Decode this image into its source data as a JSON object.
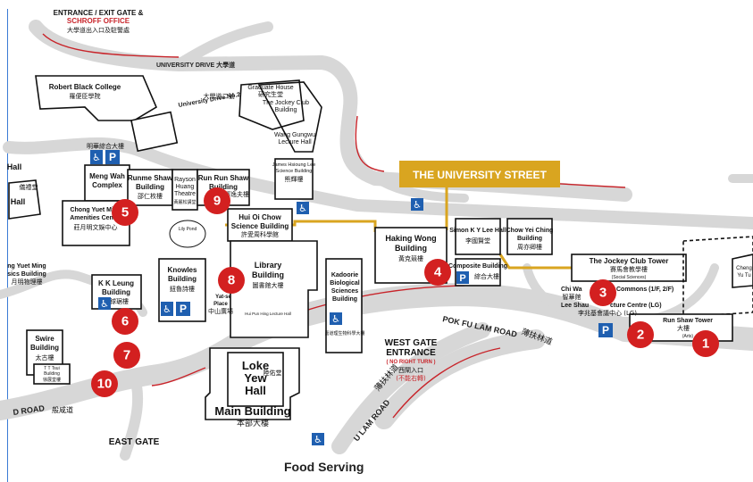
{
  "map": {
    "caption": "Food Serving",
    "street_banner": "THE UNIVERSITY STREET",
    "colors": {
      "road": "#d7d7d7",
      "route": "#d9a520",
      "marker": "#d32020",
      "parking": "#1f5fb0",
      "building_stroke": "#111111",
      "red_line": "#c8242a"
    },
    "gates": {
      "main_gate": {
        "name": "ENTRANCE / EXIT GATE &",
        "office": "SCHROFF OFFICE",
        "cn": "大學道出入口及駐警處"
      },
      "west_gate": {
        "name": "WEST GATE",
        "name2": "ENTRANCE",
        "note": "( NO RIGHT TURN )",
        "cn": "西閘入口",
        "note_cn": "(不能右轉)"
      },
      "east_gate": {
        "name": "EAST GATE"
      }
    },
    "roads": {
      "university_drive": "UNIVERSITY DRIVE 大學道",
      "university_drive_2": "University Drive No.2",
      "university_drive_2_cn": "大學道二號",
      "pok_fu_lam": "POK FU LAM ROAD",
      "pok_fu_lam_cn": "薄扶林道",
      "pok_fu_lam_lower": "U LAM ROAD",
      "pok_fu_lam_lower_cn": "薄扶林道",
      "bonham": "D ROAD",
      "bonham_cn": "般咸道"
    },
    "buildings": {
      "robert_black": {
        "name": "Robert Black College",
        "cn": "羅便臣學院"
      },
      "graduate_house": {
        "name1": "Graduate House",
        "cn1": "研究生堂",
        "name2": "The Jockey Club",
        "name3": "Building"
      },
      "wang_gungwu": {
        "name1": "Wang Gungwu",
        "name2": "Lecture Hall"
      },
      "meng_wah_cn": "明華綜合大樓",
      "meng_wah": {
        "name1": "Meng Wah",
        "name2": "Complex"
      },
      "runme_shaw": {
        "name1": "Runme Shaw",
        "name2": "Building",
        "cn": "邵仁枚樓"
      },
      "rayson_huang": {
        "name1": "Rayson",
        "name2": "Huang",
        "name3": "Theatre",
        "cn": "黃麗松講堂"
      },
      "run_run_shaw": {
        "name1": "Run Run Shaw",
        "name2": "Building",
        "cn": "邵逸夫樓"
      },
      "james_hsioung": {
        "name1": "James Hsioung Lee",
        "name2": "Science Building",
        "cn": "熊輝樓"
      },
      "chong_yuet_ming": {
        "name1": "Chong Yuet Ming",
        "name2": "Amenities Centre",
        "cn": "莊月明文娛中心"
      },
      "chong_yuet_ming_2": {
        "name1": "ng Yuet Ming",
        "name2": "sics Building",
        "cn": "月明物理樓"
      },
      "hui_oi_chow": {
        "name1": "Hui Oi Chow",
        "name2": "Science Building",
        "cn": "許愛周科學館"
      },
      "lily_pond": {
        "name": "Lily Pond"
      },
      "knowles": {
        "name1": "Knowles",
        "name2": "Building",
        "cn": "鈕魯詩樓"
      },
      "library": {
        "name1": "Library",
        "name2": "Building",
        "cn": "圖書館大樓",
        "sub": "Hui Pun Hing Lecture Hall"
      },
      "yat_sen": {
        "name1": "Yat-se",
        "name2": "Place",
        "cn": "中山廣場"
      },
      "kadoorie": {
        "name1": "Kadoorie",
        "name2": "Biological",
        "name3": "Sciences",
        "name4": "Building",
        "cn": "嘉道理生物科學大樓"
      },
      "haking_wong": {
        "name1": "Haking Wong",
        "name2": "Building",
        "cn": "黃克競樓"
      },
      "simon_lee": {
        "name1": "Simon K Y Lee Hall",
        "cn": "李國賢堂"
      },
      "composite": {
        "name1": "Composite Building",
        "cn": "綜合大樓"
      },
      "chow_yei_ching": {
        "name1": "Chow Yei Ching",
        "name2": "Building",
        "cn": "周亦卿樓"
      },
      "jockey_club_tower": {
        "name1": "The Jockey Club Tower",
        "cn": "賽馬會教學樓",
        "sub": "(Social Sciences)"
      },
      "centennial": {
        "name1": "Chi Wa",
        "name2": "Commons (1/F, 2/F)",
        "name3": "Lee Shau",
        "name4": "cture Centre (LG)",
        "cn1": "智華館",
        "cn2": "李兆基會議中心 (LG)"
      },
      "run_run_shaw_tower": {
        "name1": "Run Shaw Tower",
        "cn": "大樓",
        "sub": "(Arts)"
      },
      "kk_leung": {
        "name1": "K K Leung",
        "name2": "Building",
        "cn": "梁銶琚樓"
      },
      "swire": {
        "name1": "Swire",
        "name2": "Building",
        "cn": "太古樓"
      },
      "tt_tsui": {
        "name1": "T T Tsui",
        "name2": "Building",
        "cn": "徐展堂樓"
      },
      "loke_yew": {
        "name1": "Loke",
        "name2": "Yew",
        "name3": "Hall",
        "cn": "陸佑堂"
      },
      "main_building": {
        "name": "Main Building",
        "cn": "本部大樓"
      },
      "hall_left": {
        "name": "Hall"
      },
      "hall_left_2": {
        "name": "Hall",
        "cn": "儀禮堂"
      },
      "chong_right": {
        "name1": "Cheng",
        "name2": "Yu Tu"
      }
    },
    "markers": [
      {
        "id": 1,
        "label": "1"
      },
      {
        "id": 2,
        "label": "2"
      },
      {
        "id": 3,
        "label": "3"
      },
      {
        "id": 4,
        "label": "4"
      },
      {
        "id": 5,
        "label": "5"
      },
      {
        "id": 6,
        "label": "6"
      },
      {
        "id": 7,
        "label": "7"
      },
      {
        "id": 8,
        "label": "8"
      },
      {
        "id": 9,
        "label": "9"
      },
      {
        "id": 10,
        "label": "10"
      }
    ],
    "icons": {
      "parking": "parking-icon",
      "accessible": "wheelchair-icon",
      "marker": "location-marker-icon"
    },
    "parking_letter": "P",
    "accessible_glyph": "♿"
  }
}
